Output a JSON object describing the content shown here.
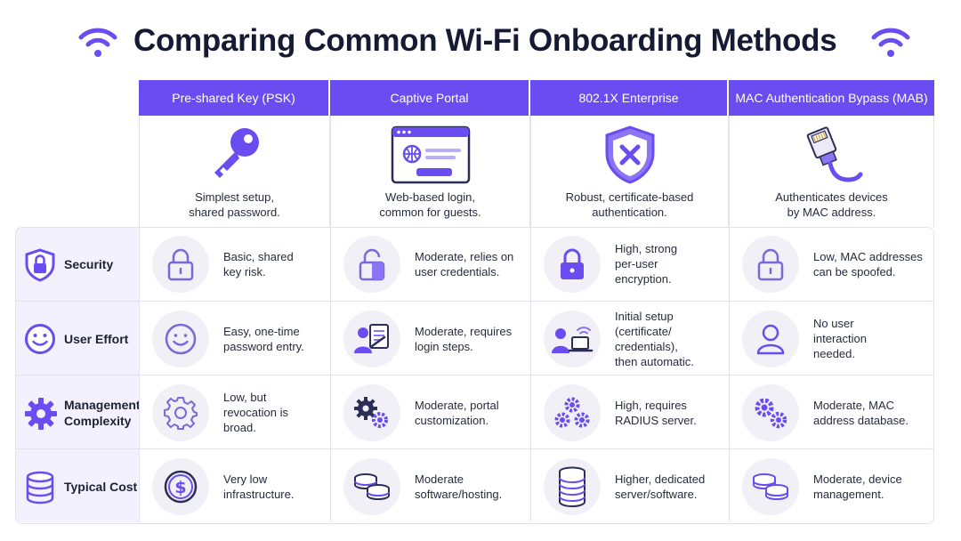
{
  "title": "Comparing Common Wi-Fi Onboarding Methods",
  "columns": [
    {
      "label": "Pre-shared Key (PSK)",
      "summary": "Simplest setup,\nshared password.",
      "icon": "key-icon"
    },
    {
      "label": "Captive Portal",
      "summary": "Web-based login,\ncommon for guests.",
      "icon": "browser-window-icon"
    },
    {
      "label": "802.1X Enterprise",
      "summary": "Robust, certificate-based\nauthentication.",
      "icon": "shield-x-icon"
    },
    {
      "label": "MAC Authentication Bypass (MAB)",
      "summary": "Authenticates devices\nby MAC address.",
      "icon": "ethernet-cable-icon"
    }
  ],
  "rows": [
    {
      "label": "Security",
      "icon": "shield-lock-icon",
      "cells": [
        "Basic, shared\nkey risk.",
        "Moderate, relies on\nuser credentials.",
        "High, strong\nper-user\nencryption.",
        "Low, MAC addresses\ncan be spoofed."
      ]
    },
    {
      "label": "User Effort",
      "icon": "smiley-icon",
      "cells": [
        "Easy, one-time\npassword entry.",
        "Moderate, requires\nlogin steps.",
        "Initial setup\n(certificate/\ncredentials),\nthen automatic.",
        "No user\ninteraction\nneeded."
      ]
    },
    {
      "label": "Management\nComplexity",
      "icon": "gear-icon",
      "cells": [
        "Low, but\nrevocation is\nbroad.",
        "Moderate, portal\ncustomization.",
        "High, requires\nRADIUS server.",
        "Moderate, MAC\naddress database."
      ]
    },
    {
      "label": "Typical Cost",
      "icon": "database-icon",
      "cells": [
        "Very low\ninfrastructure.",
        "Moderate\nsoftware/hosting.",
        "Higher, dedicated\nserver/software.",
        "Moderate, device\nmanagement."
      ]
    }
  ],
  "colors": {
    "accent": "#6a4df0",
    "accent_light": "#8b74f5",
    "row_label_bg": "#f3f1fd"
  }
}
